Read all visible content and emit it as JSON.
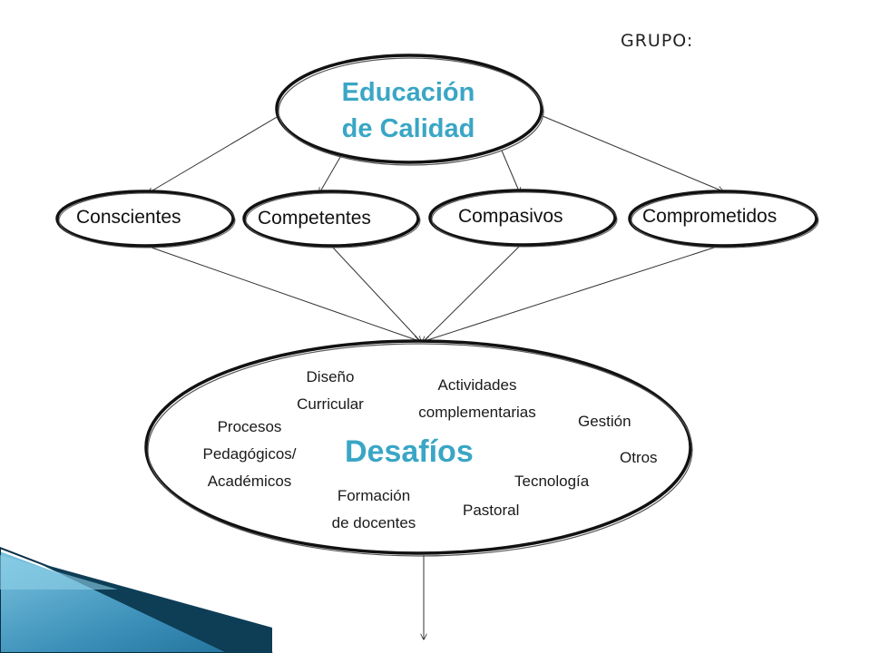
{
  "header": {
    "grupo_label": "GRUPO:"
  },
  "main_node": {
    "line1": "Educación",
    "line2": "de Calidad"
  },
  "value_nodes": [
    "Conscientes",
    "Competentes",
    "Compasivos",
    "Comprometidos"
  ],
  "challenges": {
    "title": "Desafíos",
    "items": {
      "diseno": [
        "Diseño",
        "Curricular"
      ],
      "actividades": [
        "Actividades",
        "complementarias"
      ],
      "gestion": "Gestión",
      "procesos": [
        "Procesos",
        "Pedagógicos/",
        "Académicos"
      ],
      "otros": "Otros",
      "tecnologia": "Tecnología",
      "formacion": [
        "Formación",
        "de docentes"
      ],
      "pastoral": "Pastoral"
    }
  },
  "colors": {
    "accent_text": "#3aa6c5",
    "corner_dark": "#0e3d56",
    "corner_light": "#5fb3d6"
  }
}
